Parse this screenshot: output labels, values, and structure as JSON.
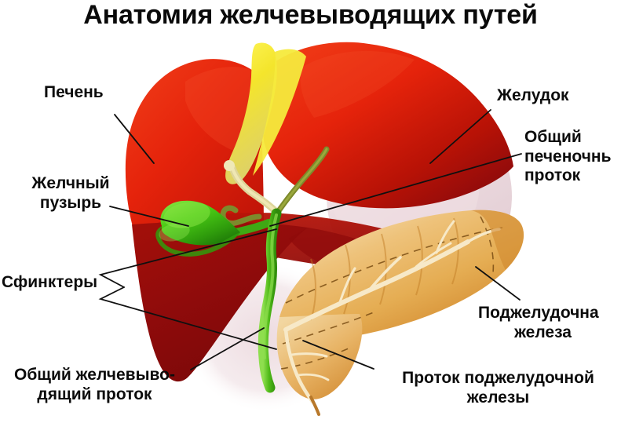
{
  "title": "Анатомия желчевыводящих путей",
  "language": "ru",
  "diagram": {
    "subject": "Анатомия желчевыводящих путей",
    "type": "anatomical-illustration"
  },
  "labels": {
    "liver": {
      "line1": "Печень"
    },
    "gallbladder": {
      "line1": "Желчный",
      "line2": "пузырь"
    },
    "sphincters": {
      "line1": "Сфинктеры"
    },
    "common_bile_duct": {
      "line1": "Общий желчевыво-",
      "line2": "дящий проток"
    },
    "stomach": {
      "line1": "Желудок"
    },
    "common_hepatic_duct": {
      "line1": "Общий",
      "line2": "печеночнь",
      "line3": "проток"
    },
    "pancreas": {
      "line1": "Поджелудочна",
      "line2": "железа"
    },
    "pancreatic_duct": {
      "line1": "Проток поджелудочной",
      "line2": "железы"
    }
  },
  "colors": {
    "liver_bright": "#e8240c",
    "liver_dark": "#8f0b0b",
    "liver_mid": "#c01508",
    "ligament_yellow": "#f2e32a",
    "gallbladder_green": "#3fbf12",
    "duct_green": "#55bb22",
    "duct_olive": "#8a8a30",
    "pancreas_tan": "#e8b05c",
    "pancreas_light": "#f3d9a4",
    "pancreas_deep": "#d98a2b",
    "stomach_pink": "#e8d2d8",
    "label_text": "#0c0c0c",
    "leader_line": "#101010",
    "background": "#ffffff"
  }
}
